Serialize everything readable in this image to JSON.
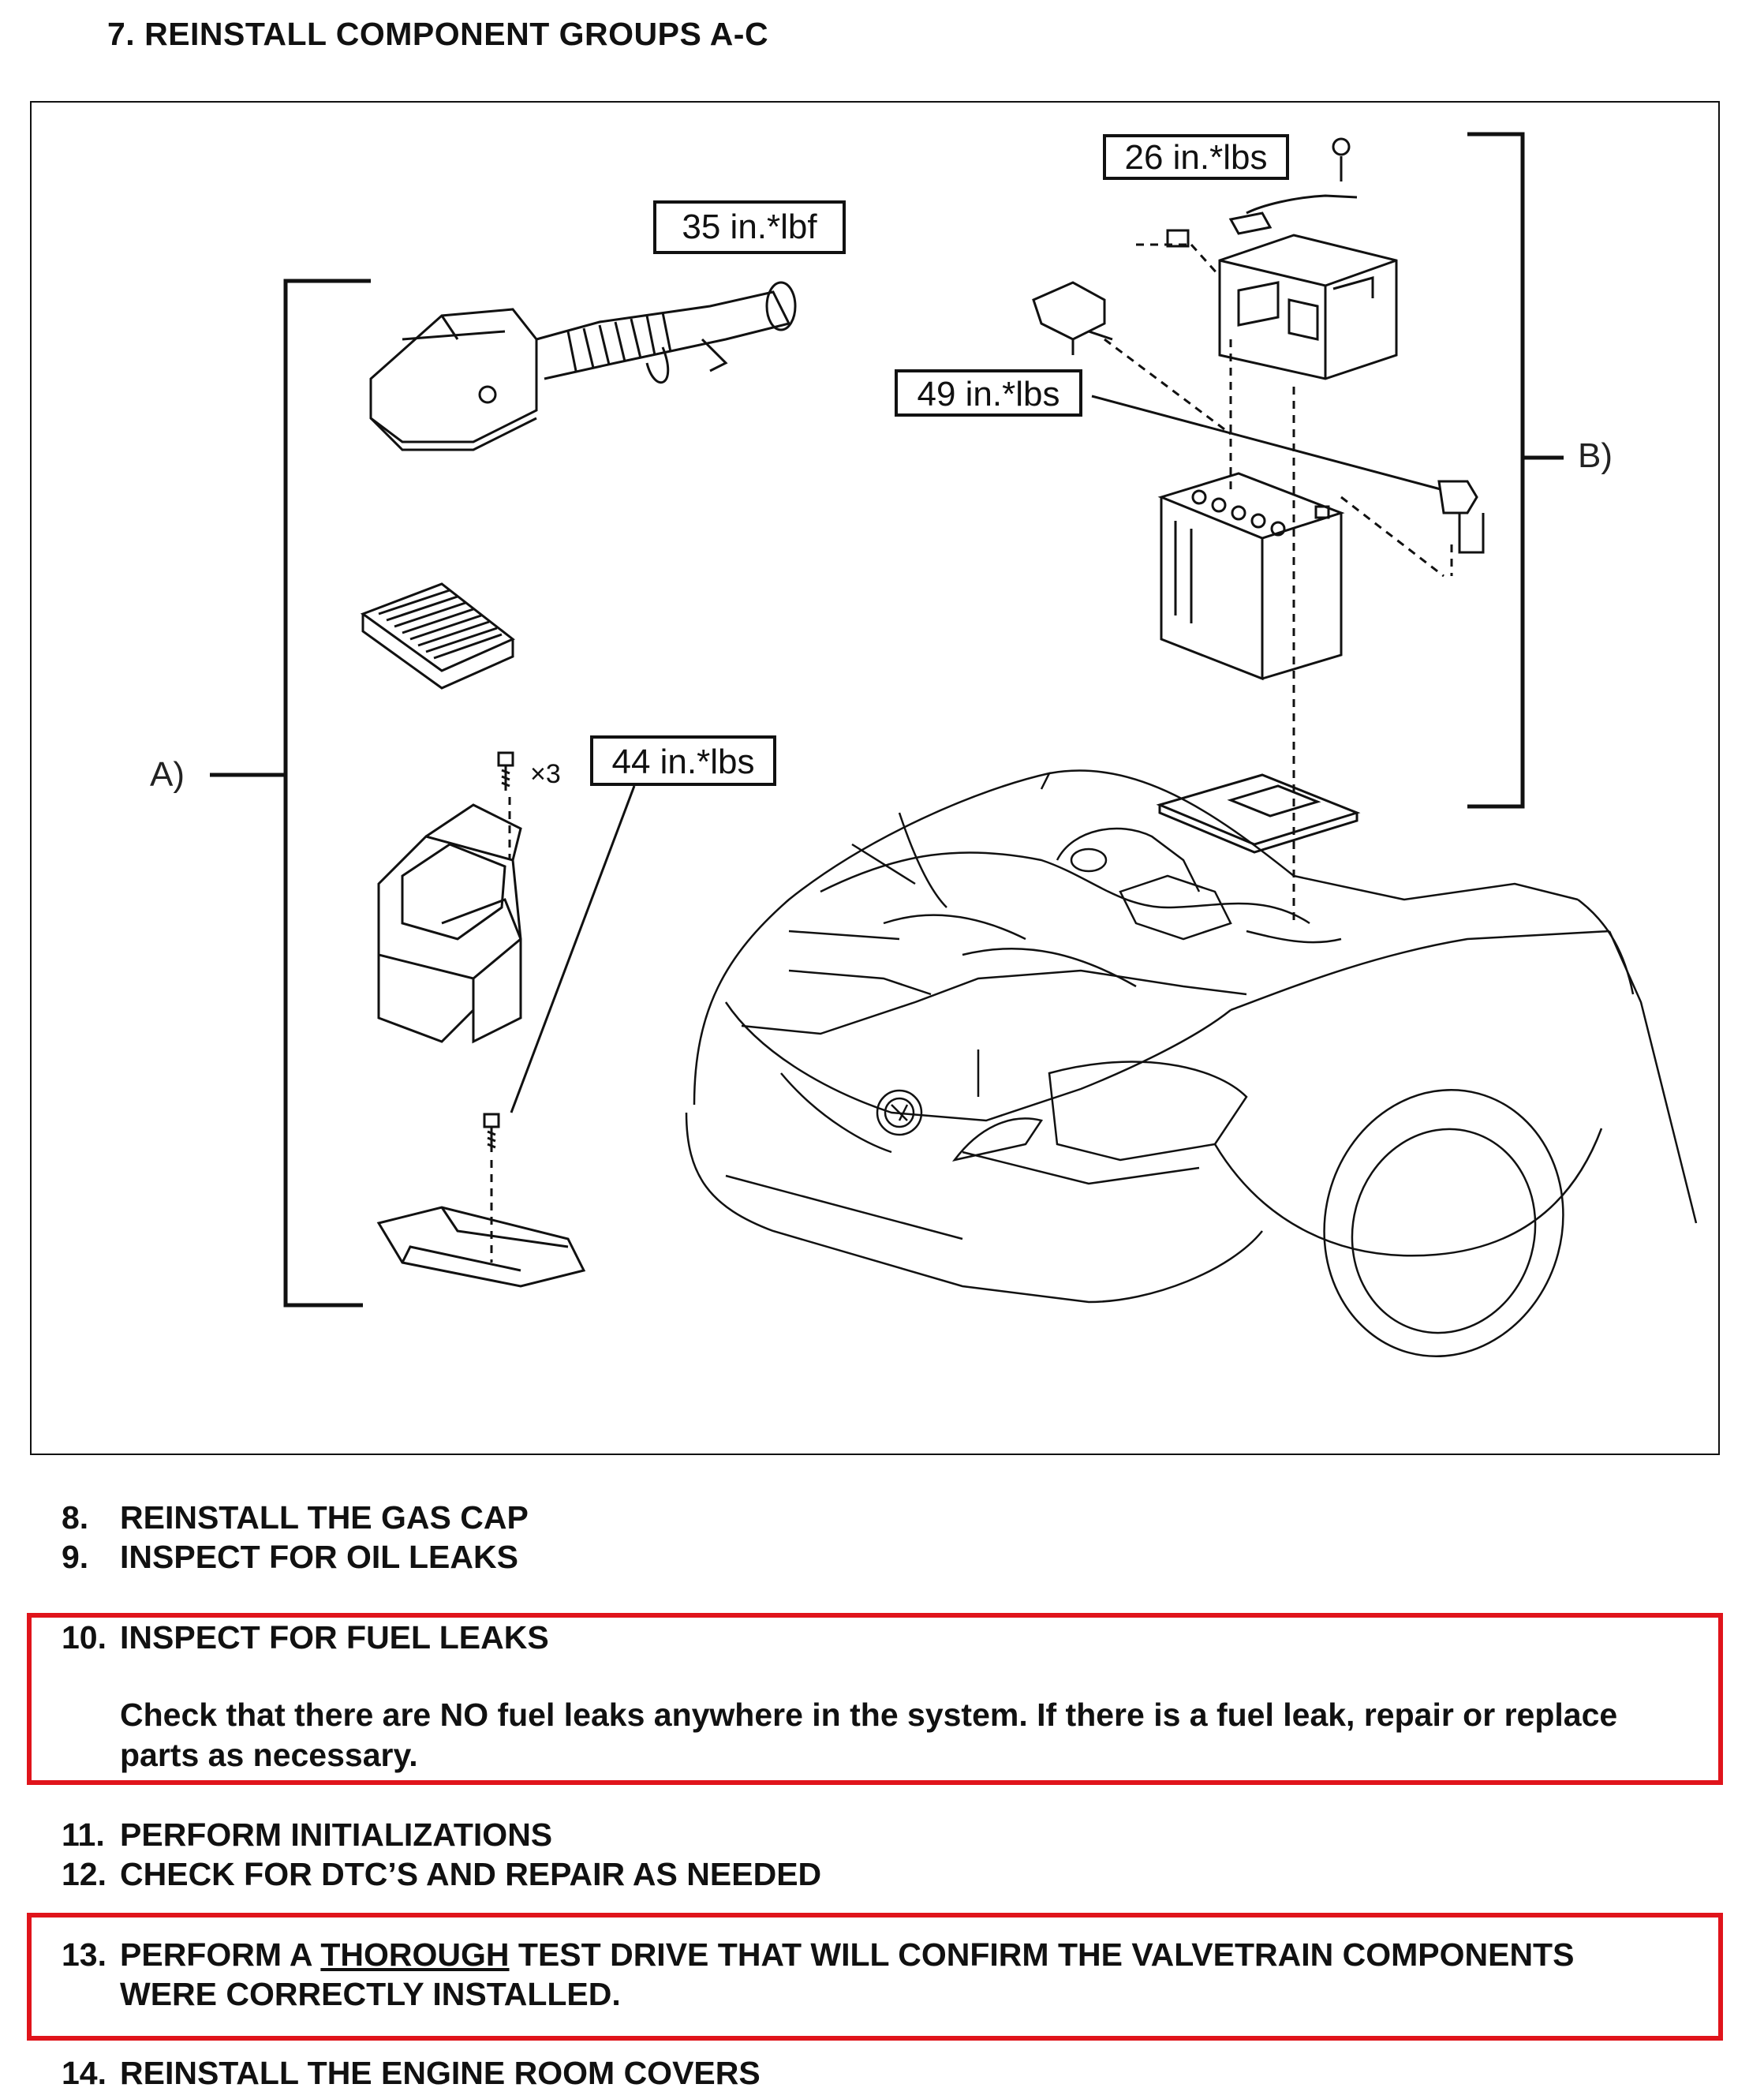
{
  "section_title": "7.   REINSTALL COMPONENT GROUPS A-C",
  "diagram": {
    "group_a_label": "A)",
    "group_b_label": "B)",
    "callouts": {
      "air_duct_torque": "35 in.*lbf",
      "battery_hold_torque": "26 in.*lbs",
      "terminal_torque": "49 in.*lbs",
      "air_box_torque": "44 in.*lbs"
    },
    "bolt_qty": "×3"
  },
  "steps": [
    {
      "num": "8.",
      "text": "REINSTALL THE GAS CAP"
    },
    {
      "num": "9.",
      "text": "INSPECT FOR OIL LEAKS"
    },
    {
      "num": "10.",
      "text": "INSPECT FOR FUEL LEAKS",
      "detail": "Check that there are NO fuel leaks anywhere in the system.  If there is a fuel leak, repair or replace parts as necessary."
    },
    {
      "num": "11.",
      "text": "PERFORM INITIALIZATIONS"
    },
    {
      "num": "12.",
      "text": "CHECK FOR DTC’S AND REPAIR AS NEEDED"
    },
    {
      "num": "13.",
      "text_pre": "PERFORM A ",
      "text_emph": "THOROUGH",
      "text_post": " TEST DRIVE THAT WILL CONFIRM THE VALVETRAIN COMPONENTS",
      "text_line2": "WERE CORRECTLY INSTALLED."
    },
    {
      "num": "14.",
      "text": "REINSTALL THE ENGINE ROOM COVERS"
    }
  ],
  "colors": {
    "highlight_box": "#e0141b",
    "ink": "#111111"
  }
}
